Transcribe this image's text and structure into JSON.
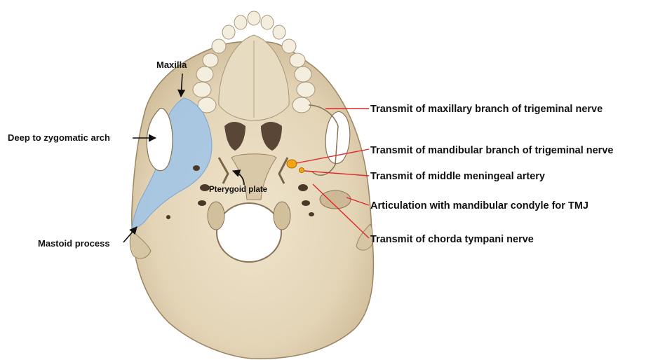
{
  "colors": {
    "bone": "#e9dcc2",
    "bone_shadow": "#b9a585",
    "bone_dark": "#5a4636",
    "highlight_blue": "#9fc4e8",
    "pointer_red": "#e0282a",
    "pointer_black": "#111111",
    "marker_orange": "#f2a516"
  },
  "labels": {
    "maxilla": "Maxilla",
    "deep_to_zygomatic_arch": "Deep to zygomatic arch",
    "mastoid_process": "Mastoid process",
    "pterygoid_plate": "Pterygoid plate",
    "foramen_rotundum": "Transmit of maxillary branch of trigeminal nerve",
    "foramen_ovale": "Transmit of mandibular branch of trigeminal nerve",
    "foramen_spinosum": "Transmit of middle meningeal artery",
    "mandibular_fossa": "Articulation with mandibular condyle for TMJ",
    "petrotympanic_fissure": "Transmit of chorda tympani nerve"
  },
  "icons": {
    "skull": "skull-base-illustration",
    "pointer": "arrow-icon"
  }
}
